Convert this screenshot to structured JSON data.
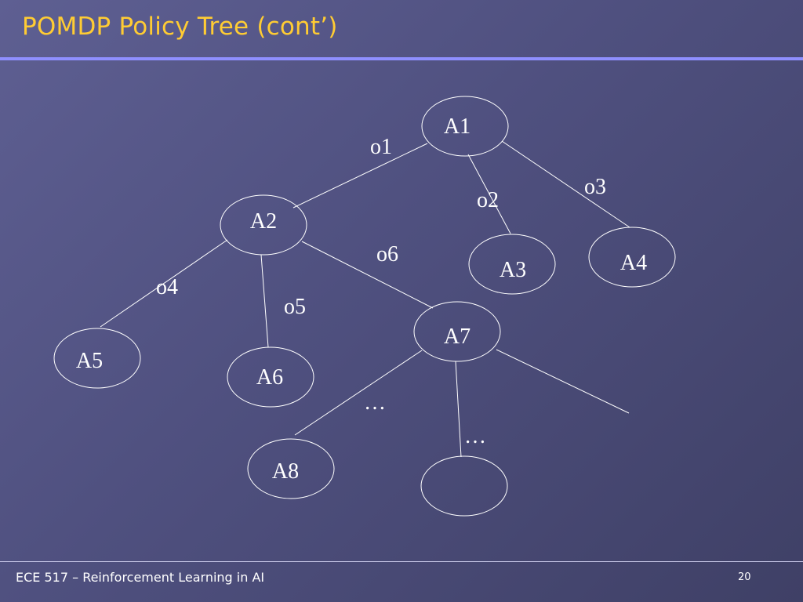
{
  "slide": {
    "title": "POMDP Policy Tree (cont’)",
    "footer": "ECE 517 – Reinforcement Learning in AI",
    "page_number": "20"
  },
  "tree": {
    "nodes": [
      {
        "id": "a1",
        "label": "A1"
      },
      {
        "id": "a2",
        "label": "A2"
      },
      {
        "id": "a3",
        "label": "A3"
      },
      {
        "id": "a4",
        "label": "A4"
      },
      {
        "id": "a5",
        "label": "A5"
      },
      {
        "id": "a6",
        "label": "A6"
      },
      {
        "id": "a7",
        "label": "A7"
      },
      {
        "id": "a8",
        "label": "A8"
      },
      {
        "id": "blank",
        "label": ""
      }
    ],
    "edges": [
      {
        "from": "a1",
        "to": "a2",
        "label": "o1"
      },
      {
        "from": "a1",
        "to": "a3",
        "label": "o2"
      },
      {
        "from": "a1",
        "to": "a4",
        "label": "o3"
      },
      {
        "from": "a2",
        "to": "a5",
        "label": "o4"
      },
      {
        "from": "a2",
        "to": "a6",
        "label": "o5"
      },
      {
        "from": "a2",
        "to": "a7",
        "label": "o6"
      },
      {
        "from": "a7",
        "to": "a8",
        "label": "…"
      },
      {
        "from": "a7",
        "to": "blank",
        "label": "…"
      },
      {
        "from": "a7",
        "to": null,
        "label": ""
      }
    ]
  }
}
